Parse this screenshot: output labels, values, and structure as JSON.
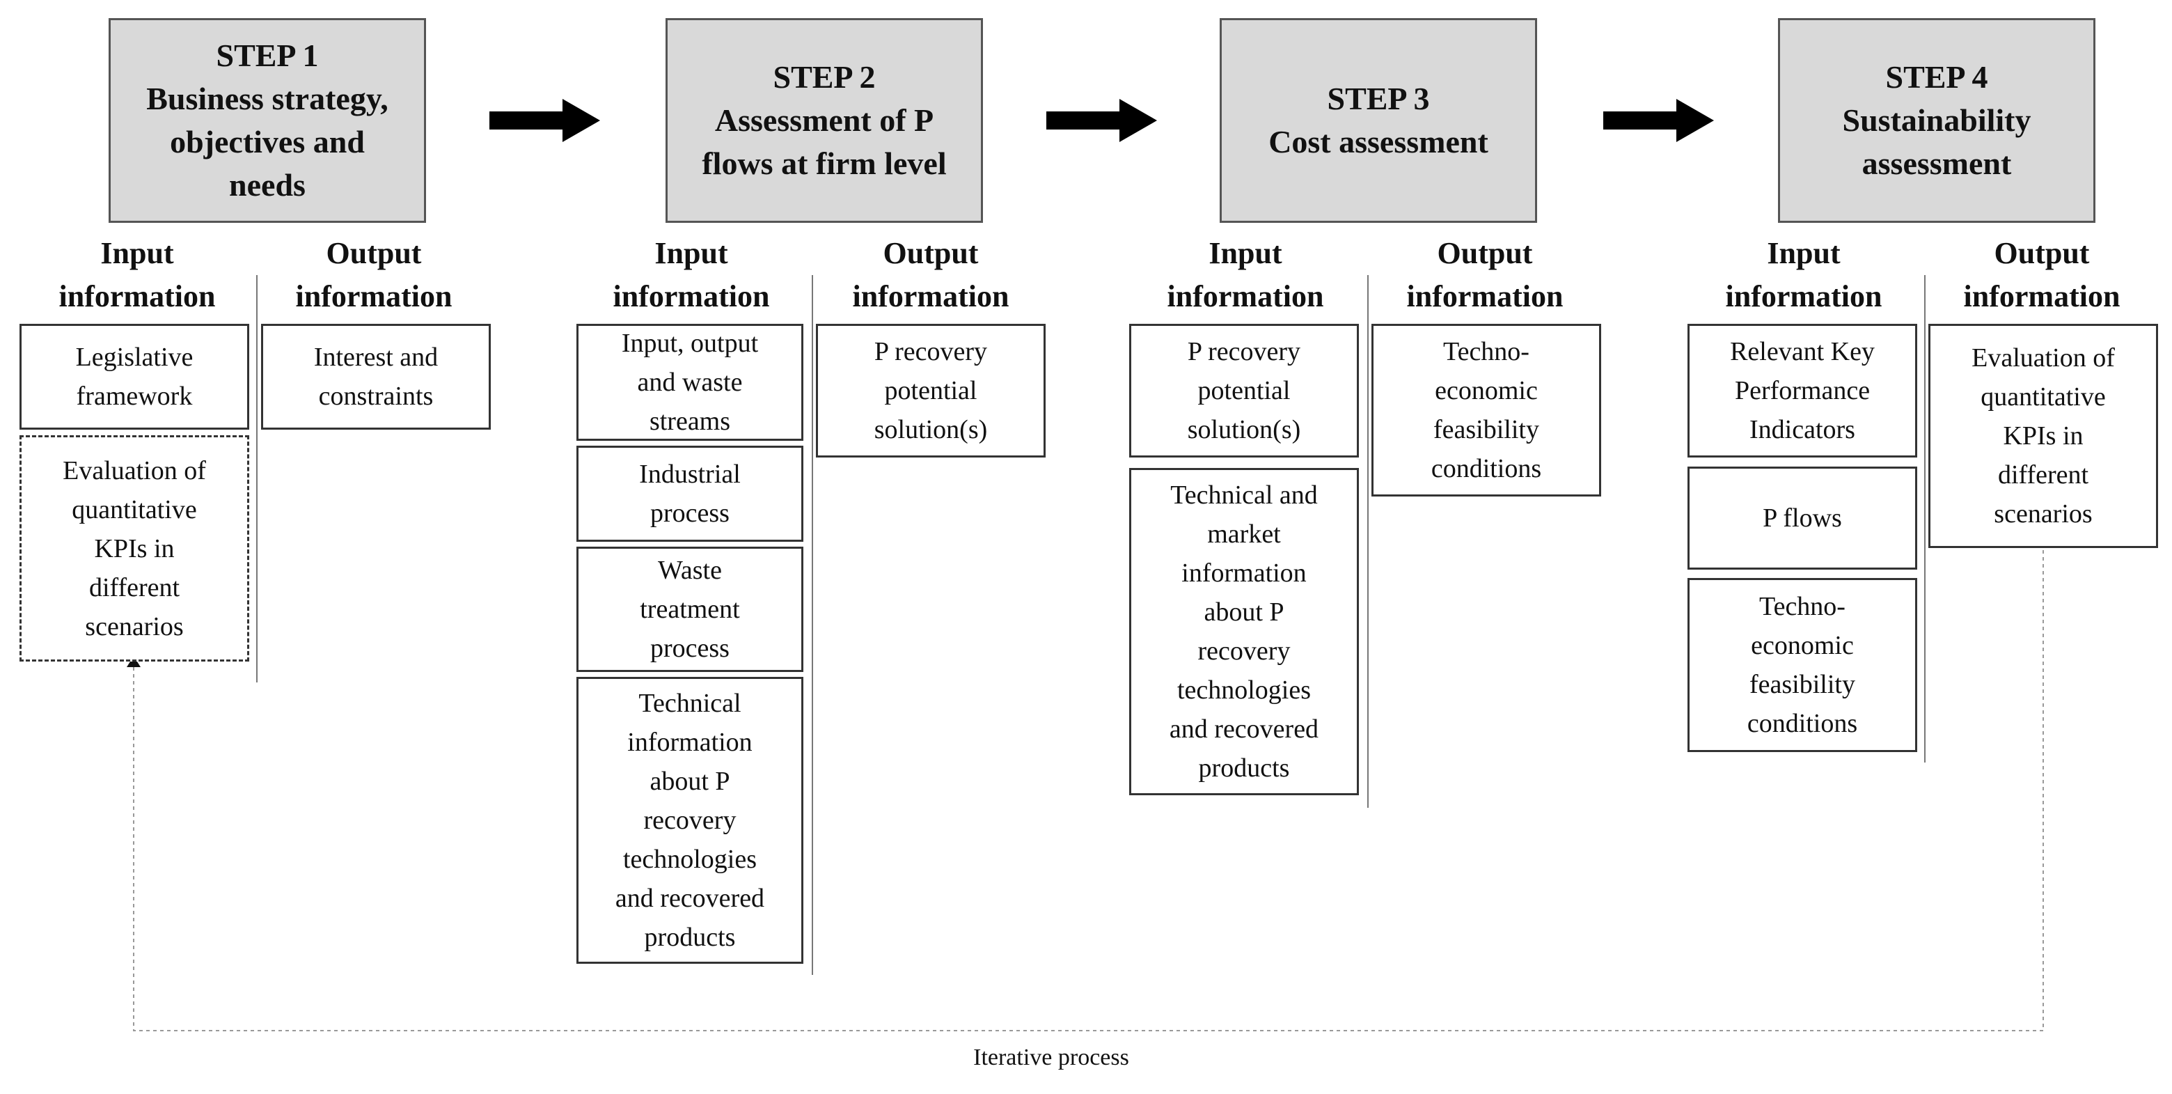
{
  "steps": [
    {
      "title": "STEP 1\nBusiness strategy,\nobjectives and\nneeds",
      "input_header": "Input\ninformation",
      "output_header": "Output\ninformation",
      "inputs": [
        "Legislative\nframework",
        "Evaluation of\nquantitative\nKPIs in\ndifferent\nscenarios"
      ],
      "outputs": [
        "Interest and\nconstraints"
      ]
    },
    {
      "title": "STEP 2\nAssessment of P\nflows at firm level",
      "input_header": "Input\ninformation",
      "output_header": "Output\ninformation",
      "inputs": [
        "Input, output\nand waste\nstreams",
        "Industrial\nprocess",
        "Waste\ntreatment\nprocess",
        "Technical\ninformation\nabout P\nrecovery\ntechnologies\nand recovered\nproducts"
      ],
      "outputs": [
        "P recovery\npotential\nsolution(s)"
      ]
    },
    {
      "title": "STEP 3\nCost assessment",
      "input_header": "Input\ninformation",
      "output_header": "Output\ninformation",
      "inputs": [
        "P recovery\npotential\nsolution(s)",
        "Technical and\nmarket\ninformation\nabout P\nrecovery\ntechnologies\nand recovered\nproducts"
      ],
      "outputs": [
        "Techno-\neconomic\nfeasibility\nconditions"
      ]
    },
    {
      "title": "STEP 4\nSustainability\nassessment",
      "input_header": "Input\ninformation",
      "output_header": "Output\ninformation",
      "inputs": [
        "Relevant Key\nPerformance\nIndicators",
        "P flows",
        "Techno-\neconomic\nfeasibility\nconditions"
      ],
      "outputs": [
        "Evaluation of\nquantitative\nKPIs in\ndifferent\nscenarios"
      ]
    }
  ],
  "loop_label": "Iterative process"
}
